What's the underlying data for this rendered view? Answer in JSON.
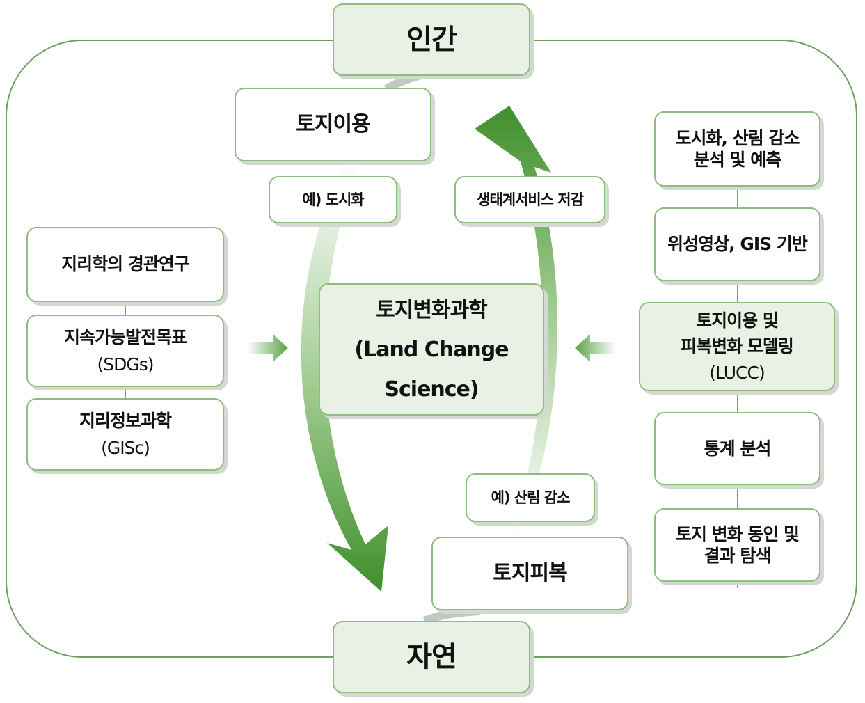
{
  "top_node": {
    "label": "인간"
  },
  "bottom_node": {
    "label": "자연"
  },
  "center": {
    "line1": "토지변화과학",
    "line2": "(Land Change Science)"
  },
  "land_use": {
    "label": "토지이용"
  },
  "land_cover": {
    "label": "토지피복"
  },
  "example_urban": {
    "label": "예) 도시화"
  },
  "ecosystem_service": {
    "label": "생태계서비스 저감"
  },
  "example_forest": {
    "label": "예) 산림 감소"
  },
  "left_column": {
    "items": [
      {
        "line1": "지리학의 경관연구"
      },
      {
        "line1": "지속가능발전목표",
        "line2": "(SDGs)"
      },
      {
        "line1": "지리정보과학",
        "line2": "(GISc)"
      }
    ]
  },
  "right_column": {
    "items": [
      {
        "line1": "도시화, 산림 감소",
        "line2": "분석 및 예측"
      },
      {
        "line1": "위성영상, GIS 기반"
      },
      {
        "line1": "토지이용 및",
        "line2": "피복변화 모델링",
        "line3": "(LUCC)"
      },
      {
        "line1": "통계 분석"
      },
      {
        "line1": "토지 변화 동인 및",
        "line2": "결과 탐색"
      }
    ]
  },
  "colors": {
    "green_dark": "#4f9a3c",
    "green_light": "#e8f1e4",
    "border": "#8fbd80",
    "frame": "#6f9f62"
  }
}
